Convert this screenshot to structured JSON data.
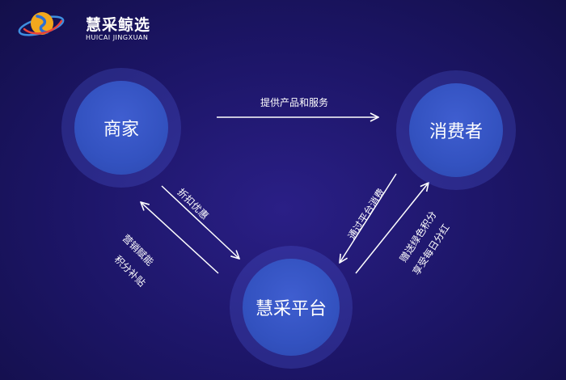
{
  "logo": {
    "name_cn": "慧采鲸选",
    "name_en": "HUICAI JINGXUAN"
  },
  "nodes": {
    "merchant": "商家",
    "consumer": "消费者",
    "platform": "慧采平台"
  },
  "edges": {
    "merchant_to_consumer": "提供产品和服务",
    "merchant_to_platform": "折扣优惠",
    "platform_to_merchant_line1": "营销赋能",
    "platform_to_merchant_line2": "积分补贴",
    "consumer_to_platform": "通过平台消费",
    "platform_to_consumer_line1": "赠送绿色积分",
    "platform_to_consumer_line2": "享受每日分红"
  },
  "colors": {
    "background": "#1c1566",
    "node_fill": "#3352c0",
    "node_halo": "#4e5cdc",
    "arrow": "#ffffff"
  }
}
